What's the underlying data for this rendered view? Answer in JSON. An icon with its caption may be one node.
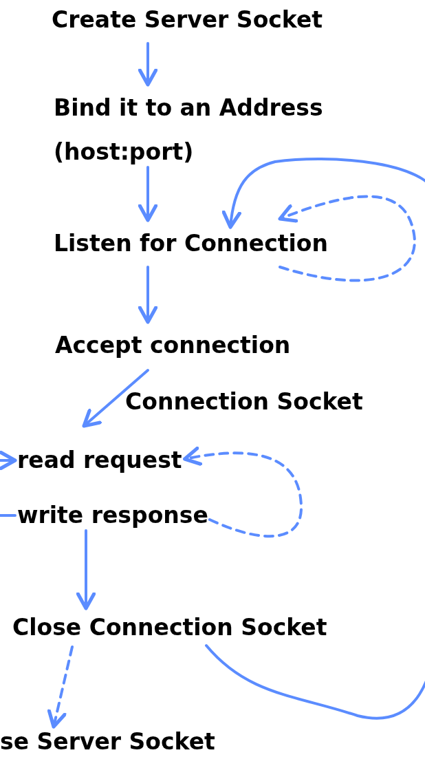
{
  "diagram": {
    "nodes": [
      {
        "text": [
          "Create Server Socket"
        ]
      },
      {
        "text": [
          "Bind it to an Address (host:port)"
        ]
      },
      {
        "text": [
          "Listen for Connection"
        ]
      },
      {
        "text": [
          "Accept connection"
        ]
      },
      {
        "text": [
          "read request"
        ]
      },
      {
        "text": [
          "write response"
        ]
      },
      {
        "text": [
          "Close Connection Socket"
        ]
      },
      {
        "text": [
          "se Server Socket"
        ]
      }
    ],
    "edges": [
      {
        "from": 0,
        "to": 1,
        "arrow": "to"
      },
      {
        "from": 1,
        "to": 2,
        "arrow": "to"
      },
      {
        "from": 2,
        "to": 2,
        "arrow": "to",
        "style": "dashed"
      },
      {
        "from": 2,
        "to": 3,
        "arrow": "to"
      },
      {
        "from": 3,
        "to": 4,
        "arrow": "to"
      },
      {
        "from": 5,
        "to": 4,
        "arrow": "to",
        "style": "dashed"
      },
      {
        "from": 5,
        "to": 4,
        "arrow": "to"
      },
      {
        "from": 5,
        "to": 6,
        "arrow": "to"
      },
      {
        "from": 6,
        "to": 2,
        "arrow": "to"
      },
      {
        "from": 6,
        "to": 7,
        "arrow": "to",
        "style": "dashed"
      }
    ],
    "labels": [
      "Connection Socket"
    ]
  }
}
